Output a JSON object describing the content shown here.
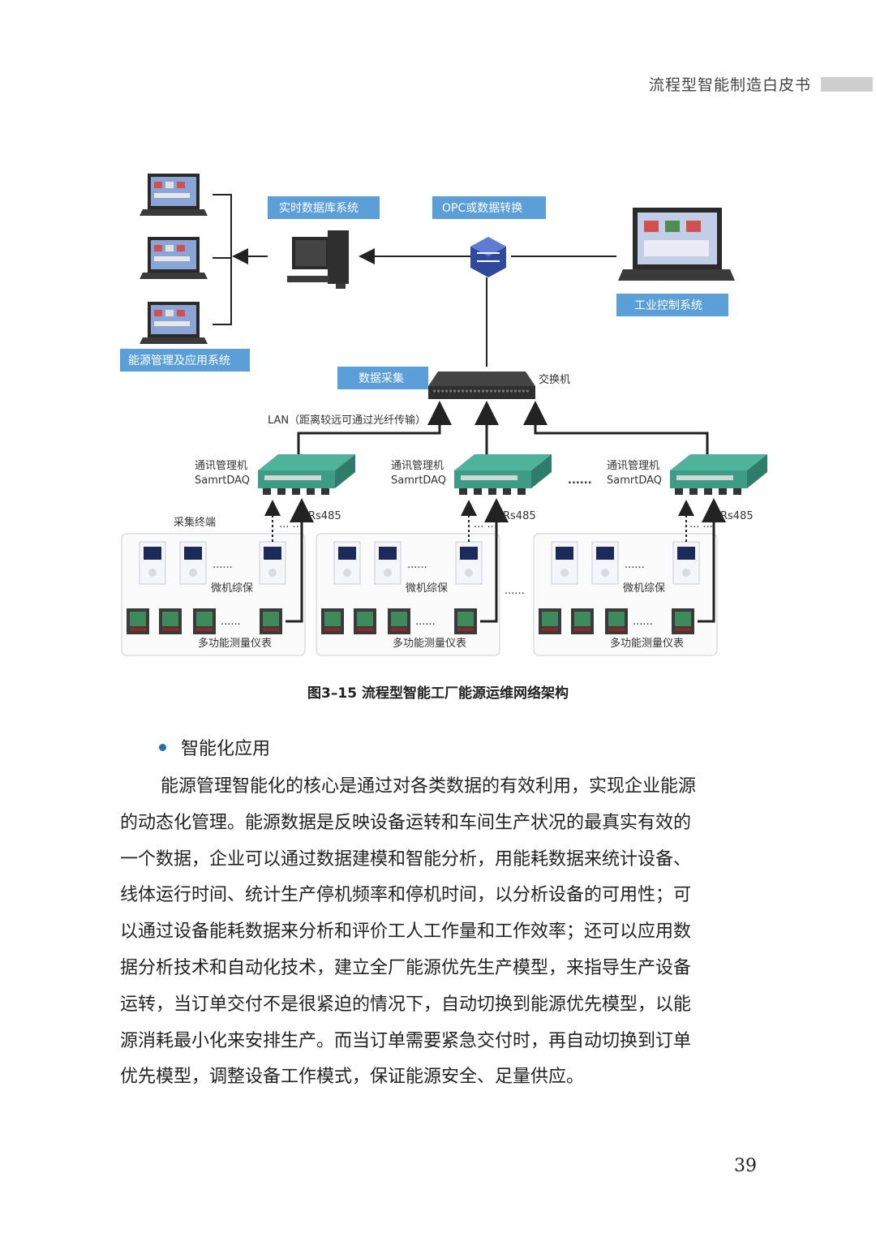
{
  "header": {
    "book_title": "流程型智能制造白皮书"
  },
  "diagram": {
    "labels": {
      "rtdb": "实时数据库系统",
      "opc": "OPC或数据转换",
      "ics": "工业控制系统",
      "ems": "能源管理及应用系统",
      "daq": "数据采集",
      "switch": "交换机",
      "lan": "LAN（距离较远可通过光纤传输）",
      "comm_line1": "通讯管理机",
      "comm_line2": "SamrtDAQ",
      "rs485": "Rs485",
      "terminal": "采集终端",
      "relay": "微机综保",
      "meter": "多功能测量仪表",
      "dots": "......",
      "small_dots": "... ..."
    }
  },
  "figure": {
    "caption": "图3–15  流程型智能工厂能源运维网络架构"
  },
  "section": {
    "heading": "智能化应用"
  },
  "body": {
    "lines": [
      "能源管理智能化的核心是通过对各类数据的有效利用，实现企业能源",
      "的动态化管理。能源数据是反映设备运转和车间生产状况的最真实有效的",
      "一个数据，企业可以通过数据建模和智能分析，用能耗数据来统计设备、",
      "线体运行时间、统计生产停机频率和停机时间，以分析设备的可用性；可",
      "以通过设备能耗数据来分析和评价工人工作量和工作效率；还可以应用数",
      "据分析技术和自动化技术，建立全厂能源优先生产模型，来指导生产设备",
      "运转，当订单交付不是很紧迫的情况下，自动切换到能源优先模型，以能",
      "源消耗最小化来安排生产。而当订单需要紧急交付时，再自动切换到订单",
      "优先模型，调整设备工作模式，保证能源安全、足量供应。"
    ]
  },
  "page_number": "39"
}
